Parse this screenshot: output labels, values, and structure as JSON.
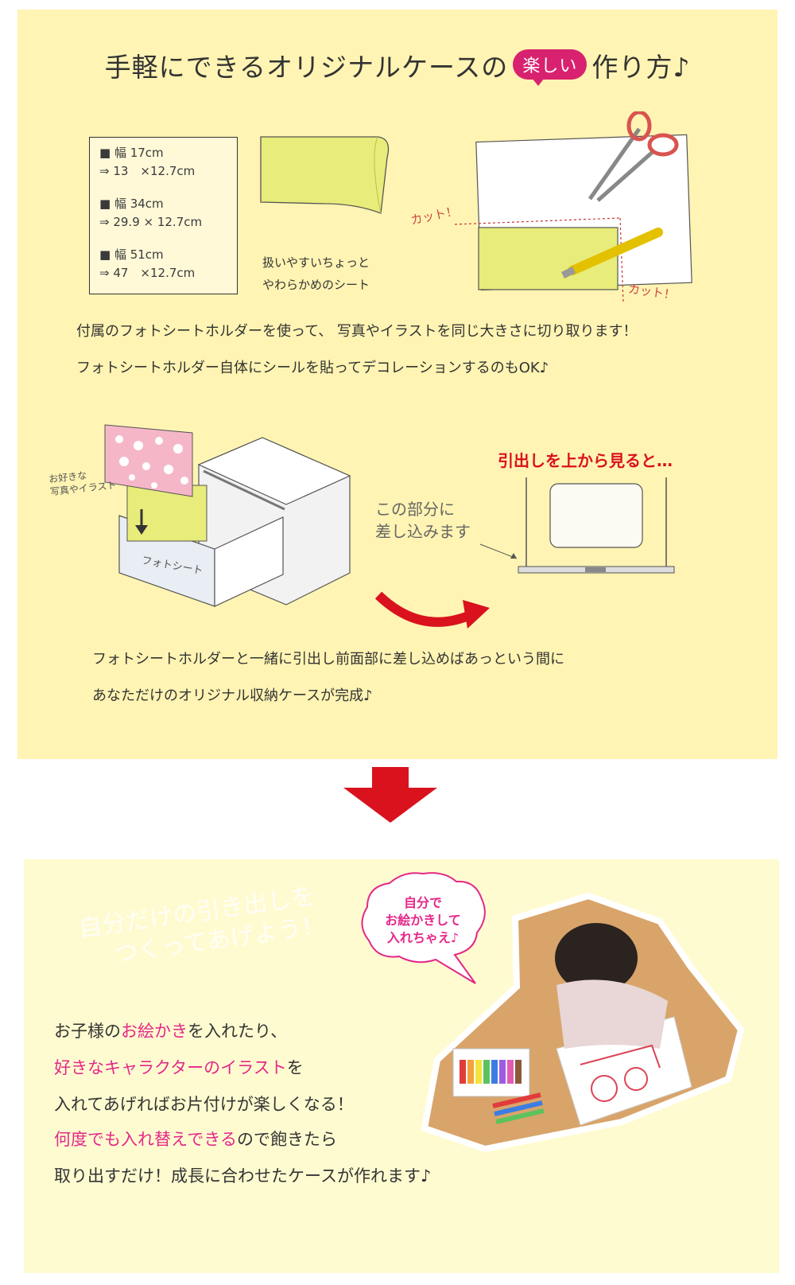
{
  "title": {
    "before": "手軽にできるオリジナルケースの",
    "badge": "楽しい",
    "after": "作り方♪"
  },
  "sizes": [
    {
      "label": "■ 幅 17cm",
      "dims": "⇒ 13　×12.7cm"
    },
    {
      "label": "■ 幅 34cm",
      "dims": "⇒ 29.9 × 12.7cm"
    },
    {
      "label": "■ 幅 51cm",
      "dims": "⇒ 47　×12.7cm"
    }
  ],
  "sheet_note": {
    "line1": "扱いやすいちょっと",
    "line2": "やわらかめのシート"
  },
  "cut_labels": {
    "left": "カット！",
    "right": "カット！"
  },
  "step1": {
    "line1": "付属のフォトシートホルダーを使って、 写真やイラストを同じ大きさに切り取ります！",
    "line2": "フォトシートホルダー自体にシールを貼ってデコレーションするのもOK♪"
  },
  "drawer": {
    "photo_label_line1": "お好きな",
    "photo_label_line2": "写真やイラスト",
    "sheet_label": "フォトシート",
    "insert_line1": "この部分に",
    "insert_line2": "差し込みます",
    "top_view_heading": "引出しを上から見ると…"
  },
  "step2": {
    "line1": "フォトシートホルダーと一緒に引出し前面部に差し込めばあっという間に",
    "line2": "あなただけのオリジナル収納ケースが完成♪"
  },
  "watermark": {
    "line1": "自分だけの引き出しを",
    "line2": "つくってあげよう！"
  },
  "bubble": {
    "line1": "自分で",
    "line2": "お絵かきして",
    "line3": "入れちゃえ♪"
  },
  "body": {
    "l1a": "お子様の",
    "l1b": "お絵かき",
    "l1c": "を入れたり、",
    "l2a": "好きなキャラクターのイラスト",
    "l2b": "を",
    "l3": "入れてあげればお片付けが楽しくなる！",
    "l4a": "何度でも入れ替えできる",
    "l4b": "ので飽きたら",
    "l5": "取り出すだけ！成長に合わせたケースが作れます♪"
  },
  "colors": {
    "panel": "#fff4b3",
    "accent_pink": "#e4288a",
    "arrow_red": "#d9121e",
    "sheet_green": "#e8ec7a"
  }
}
